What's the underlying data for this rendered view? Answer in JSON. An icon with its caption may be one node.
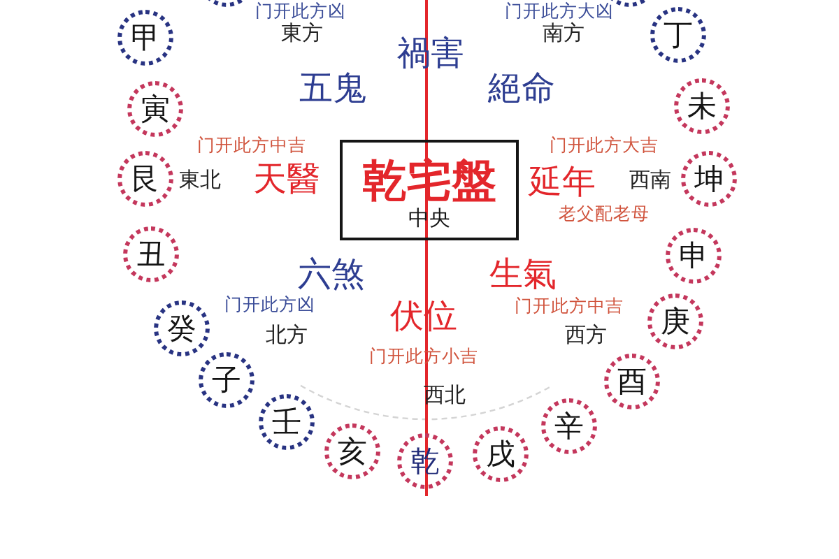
{
  "diagram": {
    "nodes": [
      {
        "text": [],
        "shape": "circle"
      },
      {
        "text": [],
        "shape": "circle"
      },
      {
        "text": [
          "甲"
        ]
      },
      {
        "text": [
          "丁"
        ]
      },
      {
        "text": [
          "寅"
        ]
      },
      {
        "text": [
          "未"
        ]
      },
      {
        "text": [
          "乾宅盤",
          "中央"
        ]
      },
      {
        "text": [
          "艮"
        ]
      },
      {
        "text": [
          "坤"
        ]
      },
      {
        "text": [
          "丑"
        ]
      },
      {
        "text": [
          "申"
        ]
      },
      {
        "text": [
          "癸"
        ]
      },
      {
        "text": [
          "庚"
        ]
      },
      {
        "text": [
          "子"
        ]
      },
      {
        "text": [
          "酉"
        ]
      },
      {
        "text": [
          "壬"
        ]
      },
      {
        "text": [
          "辛"
        ]
      },
      {
        "text": [
          "亥"
        ]
      },
      {
        "text": [
          "戌"
        ]
      },
      {
        "text": [
          "乾"
        ]
      }
    ],
    "labels": [
      "门开此方凶",
      "门开此方大凶",
      "東方",
      "南方",
      "禍害",
      "五鬼",
      "絕命",
      "门开此方中吉",
      "门开此方大吉",
      "東北",
      "天醫",
      "延年",
      "西南",
      "老父配老母",
      "六煞",
      "生氣",
      "门开此方凶",
      "伏位",
      "门开此方中吉",
      "北方",
      "西方",
      "门开此方小吉",
      "西北"
    ]
  }
}
